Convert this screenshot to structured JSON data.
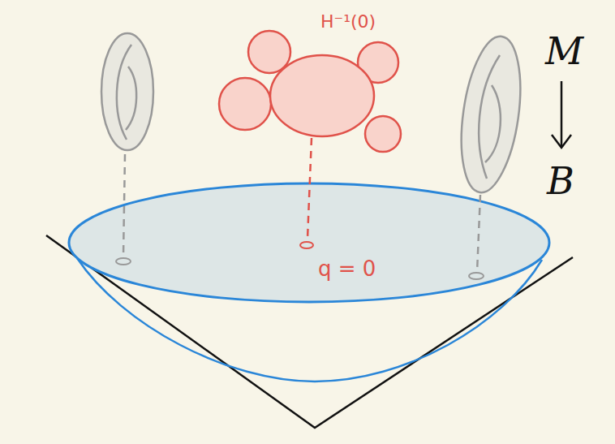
{
  "diagram": {
    "labels": [
      "H⁻¹(0)",
      "q = 0",
      "M",
      "B"
    ]
  }
}
